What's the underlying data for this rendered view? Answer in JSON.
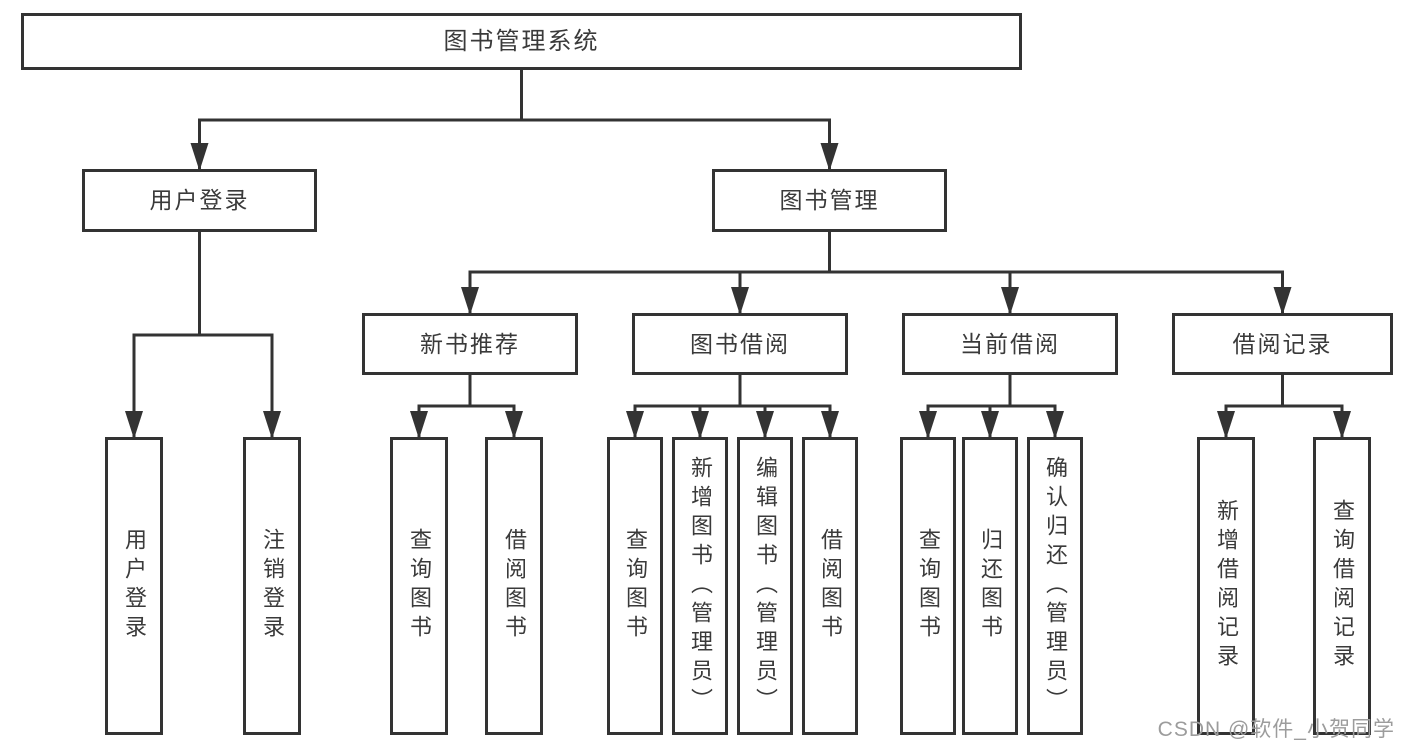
{
  "colors": {
    "background": "#ffffff",
    "line": "#333333",
    "node_border": "#333333",
    "node_text": "#3a3a3a",
    "watermark_text": "#9c9c9c"
  },
  "watermark": {
    "text": "CSDN @软件_小贺同学"
  },
  "diagram": {
    "type": "hierarchy-tree",
    "nodes": [
      {
        "id": "root",
        "label": "图书管理系统",
        "parent": null,
        "orientation": "horizontal"
      },
      {
        "id": "user-login",
        "label": "用户登录",
        "parent": "root",
        "orientation": "horizontal"
      },
      {
        "id": "book-management",
        "label": "图书管理",
        "parent": "root",
        "orientation": "horizontal"
      },
      {
        "id": "new-book-recommend",
        "label": "新书推荐",
        "parent": "book-management",
        "orientation": "horizontal"
      },
      {
        "id": "book-borrowing",
        "label": "图书借阅",
        "parent": "book-management",
        "orientation": "horizontal"
      },
      {
        "id": "current-borrowing",
        "label": "当前借阅",
        "parent": "book-management",
        "orientation": "horizontal"
      },
      {
        "id": "borrowing-records",
        "label": "借阅记录",
        "parent": "book-management",
        "orientation": "horizontal"
      },
      {
        "id": "user-login-leaf",
        "label": "用户登录",
        "parent": "user-login",
        "orientation": "vertical"
      },
      {
        "id": "logout-leaf",
        "label": "注销登录",
        "parent": "user-login",
        "orientation": "vertical"
      },
      {
        "id": "query-books-recommend",
        "label": "查询图书",
        "parent": "new-book-recommend",
        "orientation": "vertical"
      },
      {
        "id": "borrow-books-recommend",
        "label": "借阅图书",
        "parent": "new-book-recommend",
        "orientation": "vertical"
      },
      {
        "id": "query-books-borrowing",
        "label": "查询图书",
        "parent": "book-borrowing",
        "orientation": "vertical"
      },
      {
        "id": "add-books-admin",
        "label": "新增图书（管理员）",
        "parent": "book-borrowing",
        "orientation": "vertical"
      },
      {
        "id": "edit-books-admin",
        "label": "编辑图书（管理员）",
        "parent": "book-borrowing",
        "orientation": "vertical"
      },
      {
        "id": "borrow-books-borrowing",
        "label": "借阅图书",
        "parent": "book-borrowing",
        "orientation": "vertical"
      },
      {
        "id": "query-books-current",
        "label": "查询图书",
        "parent": "current-borrowing",
        "orientation": "vertical"
      },
      {
        "id": "return-books",
        "label": "归还图书",
        "parent": "current-borrowing",
        "orientation": "vertical"
      },
      {
        "id": "confirm-return-admin",
        "label": "确认归还（管理员）",
        "parent": "current-borrowing",
        "orientation": "vertical"
      },
      {
        "id": "add-borrow-record",
        "label": "新增借阅记录",
        "parent": "borrowing-records",
        "orientation": "vertical"
      },
      {
        "id": "query-borrow-record",
        "label": "查询借阅记录",
        "parent": "borrowing-records",
        "orientation": "vertical"
      }
    ]
  }
}
